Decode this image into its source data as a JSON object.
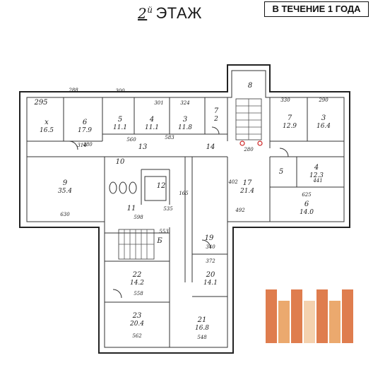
{
  "header": {
    "floor_number": "2",
    "floor_suffix": "й",
    "floor_word": "ЭТАЖ",
    "badge": "В ТЕЧЕНИЕ 1 ГОДА"
  },
  "rooms": [
    {
      "id": "room-topleft-dims",
      "num": "295",
      "area": ""
    },
    {
      "id": "room-x",
      "num": "х",
      "area": "16.5"
    },
    {
      "id": "room-6",
      "num": "6",
      "area": "17.9"
    },
    {
      "id": "room-5",
      "num": "5",
      "area": "11.1"
    },
    {
      "id": "room-4",
      "num": "4",
      "area": "11.1"
    },
    {
      "id": "room-3a",
      "num": "3",
      "area": "11.8"
    },
    {
      "id": "room-7small",
      "num": "7",
      "area": "2"
    },
    {
      "id": "room-8",
      "num": "8",
      "area": ""
    },
    {
      "id": "room-7r",
      "num": "7",
      "area": "12.9"
    },
    {
      "id": "room-3r",
      "num": "3",
      "area": "16.4"
    },
    {
      "id": "room-13",
      "num": "13",
      "area": ""
    },
    {
      "id": "room-14",
      "num": "14",
      "area": ""
    },
    {
      "id": "room-9",
      "num": "9",
      "area": "35.4"
    },
    {
      "id": "room-10",
      "num": "10",
      "area": ""
    },
    {
      "id": "room-12",
      "num": "12",
      "area": ""
    },
    {
      "id": "room-11",
      "num": "11",
      "area": ""
    },
    {
      "id": "room-17",
      "num": "17",
      "area": "21.4"
    },
    {
      "id": "room-5b",
      "num": "5",
      "area": ""
    },
    {
      "id": "room-4b",
      "num": "4",
      "area": "12.3"
    },
    {
      "id": "room-6b",
      "num": "6",
      "area": "14.0"
    },
    {
      "id": "room-19",
      "num": "19",
      "area": ""
    },
    {
      "id": "room-B",
      "num": "Б",
      "area": ""
    },
    {
      "id": "room-22",
      "num": "22",
      "area": "14.2"
    },
    {
      "id": "room-20",
      "num": "20",
      "area": "14.1"
    },
    {
      "id": "room-23",
      "num": "23",
      "area": "20.4"
    },
    {
      "id": "room-21",
      "num": "21",
      "area": "16.8"
    }
  ],
  "dimensions": [
    "288",
    "300",
    "301",
    "324",
    "330",
    "290",
    "480",
    "560",
    "583",
    "280",
    "630",
    "598",
    "535",
    "402",
    "492",
    "441",
    "625",
    "340",
    "553",
    "372",
    "558",
    "562",
    "548",
    "314",
    "165"
  ],
  "watermark_colors": [
    "#d9662f",
    "#e79a55",
    "#f2c9a0"
  ]
}
